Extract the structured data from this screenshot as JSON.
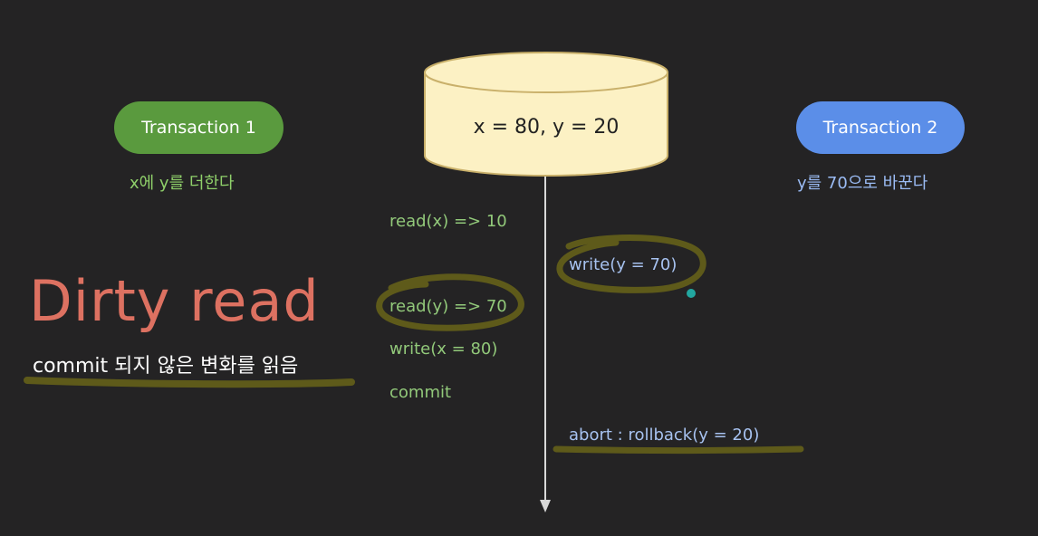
{
  "transaction1": {
    "label": "Transaction 1",
    "description": "x에 y를 더한다",
    "color": "#5a9a3e"
  },
  "transaction2": {
    "label": "Transaction 2",
    "description": "y를 70으로 바꾼다",
    "color": "#5b8ee8"
  },
  "database": {
    "state": "x = 80, y = 20",
    "color": "#fcf1c4"
  },
  "operations": {
    "t1": [
      "read(x) => 10",
      "read(y) => 70",
      "write(x = 80)",
      "commit"
    ],
    "t2": [
      "write(y = 70)",
      "abort : rollback(y = 20)"
    ]
  },
  "concept": {
    "title": "Dirty read",
    "subtitle": "commit 되지 않은 변화를 읽음",
    "title_color": "#dd7161",
    "highlight_color": "#5e5a1a"
  }
}
